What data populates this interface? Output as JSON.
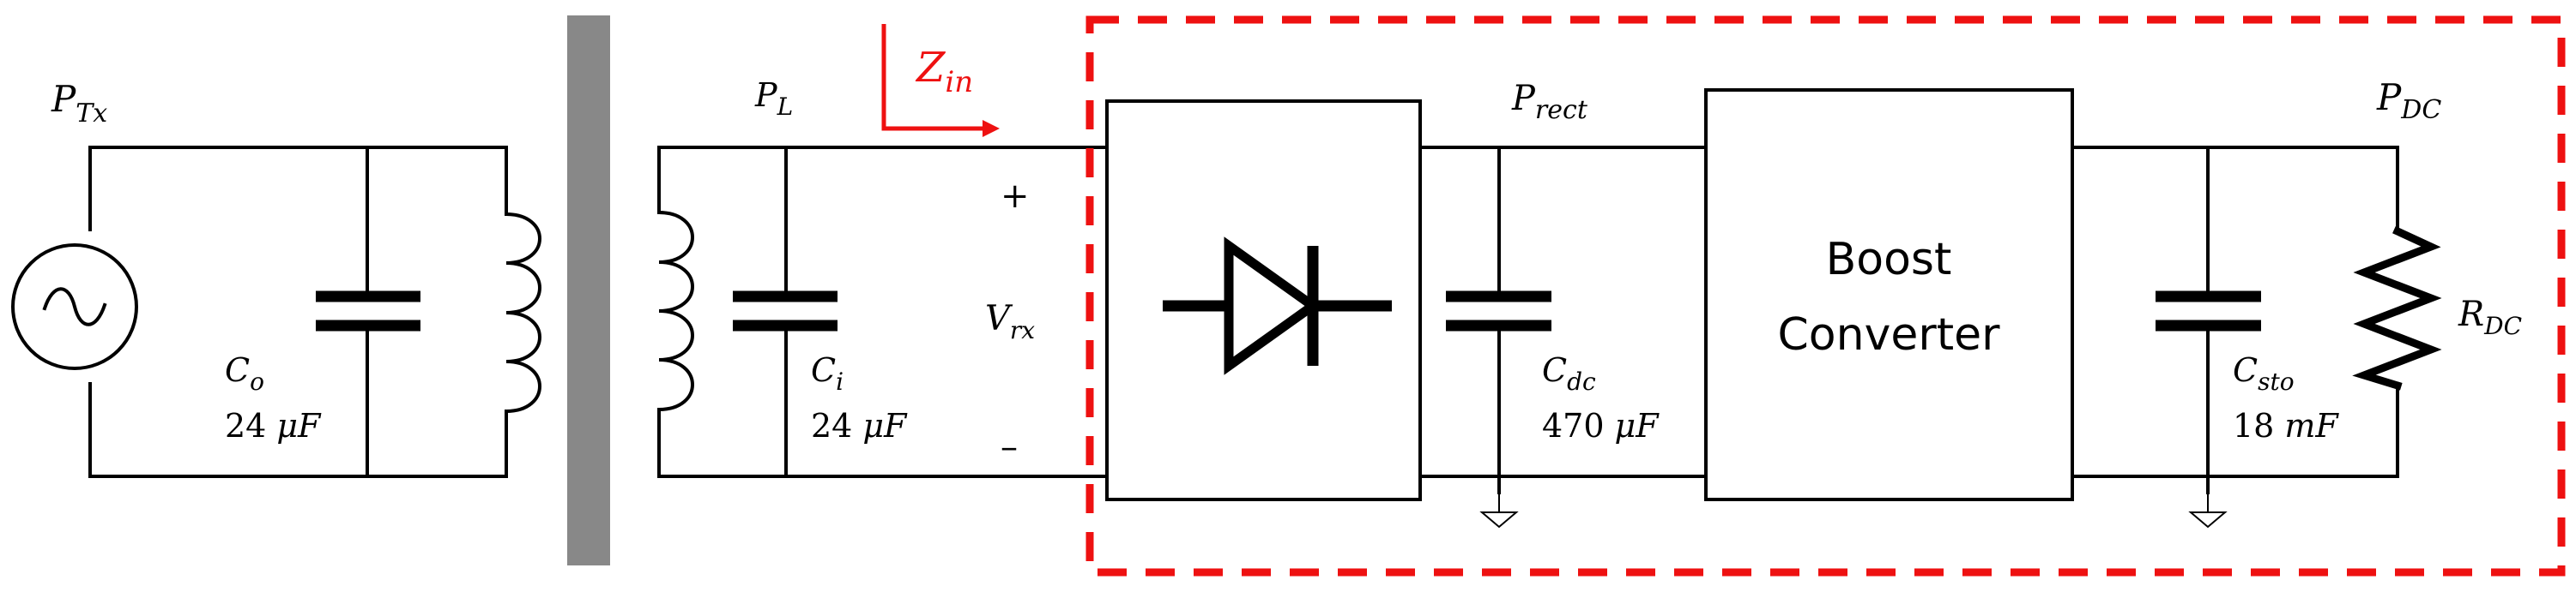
{
  "colors": {
    "accent": "#ee1111",
    "wire": "#000000",
    "barrier": "#888888"
  },
  "labels": {
    "p_tx": {
      "sym": "P",
      "sub": "Tx"
    },
    "p_l": {
      "sym": "P",
      "sub": "L"
    },
    "z_in": {
      "sym": "Z",
      "sub": "in"
    },
    "p_rect": {
      "sym": "P",
      "sub": "rect"
    },
    "p_dc": {
      "sym": "P",
      "sub": "DC"
    },
    "c_o": {
      "sym": "C",
      "sub": "o",
      "value": "24",
      "unit": "μF"
    },
    "c_i": {
      "sym": "C",
      "sub": "i",
      "value": "24",
      "unit": "μF"
    },
    "v_rx": {
      "sym": "V",
      "sub": "rx",
      "plus": "+",
      "minus": "–"
    },
    "c_dc": {
      "sym": "C",
      "sub": "dc",
      "value": "470",
      "unit": "μF"
    },
    "c_sto": {
      "sym": "C",
      "sub": "sto",
      "value": "18",
      "unit": "mF"
    },
    "r_dc": {
      "sym": "R",
      "sub": "DC"
    },
    "boost": {
      "line1": "Boost",
      "line2": "Converter"
    }
  },
  "icons": [
    "ac-source-icon",
    "diode-icon",
    "ground-icon",
    "inductor-coil-icon",
    "capacitor-icon",
    "resistor-icon"
  ]
}
